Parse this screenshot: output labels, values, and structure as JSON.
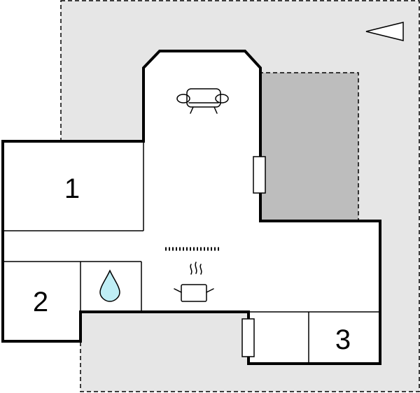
{
  "rooms": [
    {
      "id": "1",
      "label": "1"
    },
    {
      "id": "2",
      "label": "2"
    },
    {
      "id": "3",
      "label": "3"
    }
  ],
  "icons": {
    "north": "north-arrow-icon",
    "sofa": "sofa-icon",
    "water": "water-drop-icon",
    "stove": "cooking-pot-icon"
  },
  "colors": {
    "terrace": "#e6e6e6",
    "covered": "#bdbdbd",
    "water": "#bfeef5",
    "wall": "#000000",
    "interior": "#ffffff"
  }
}
